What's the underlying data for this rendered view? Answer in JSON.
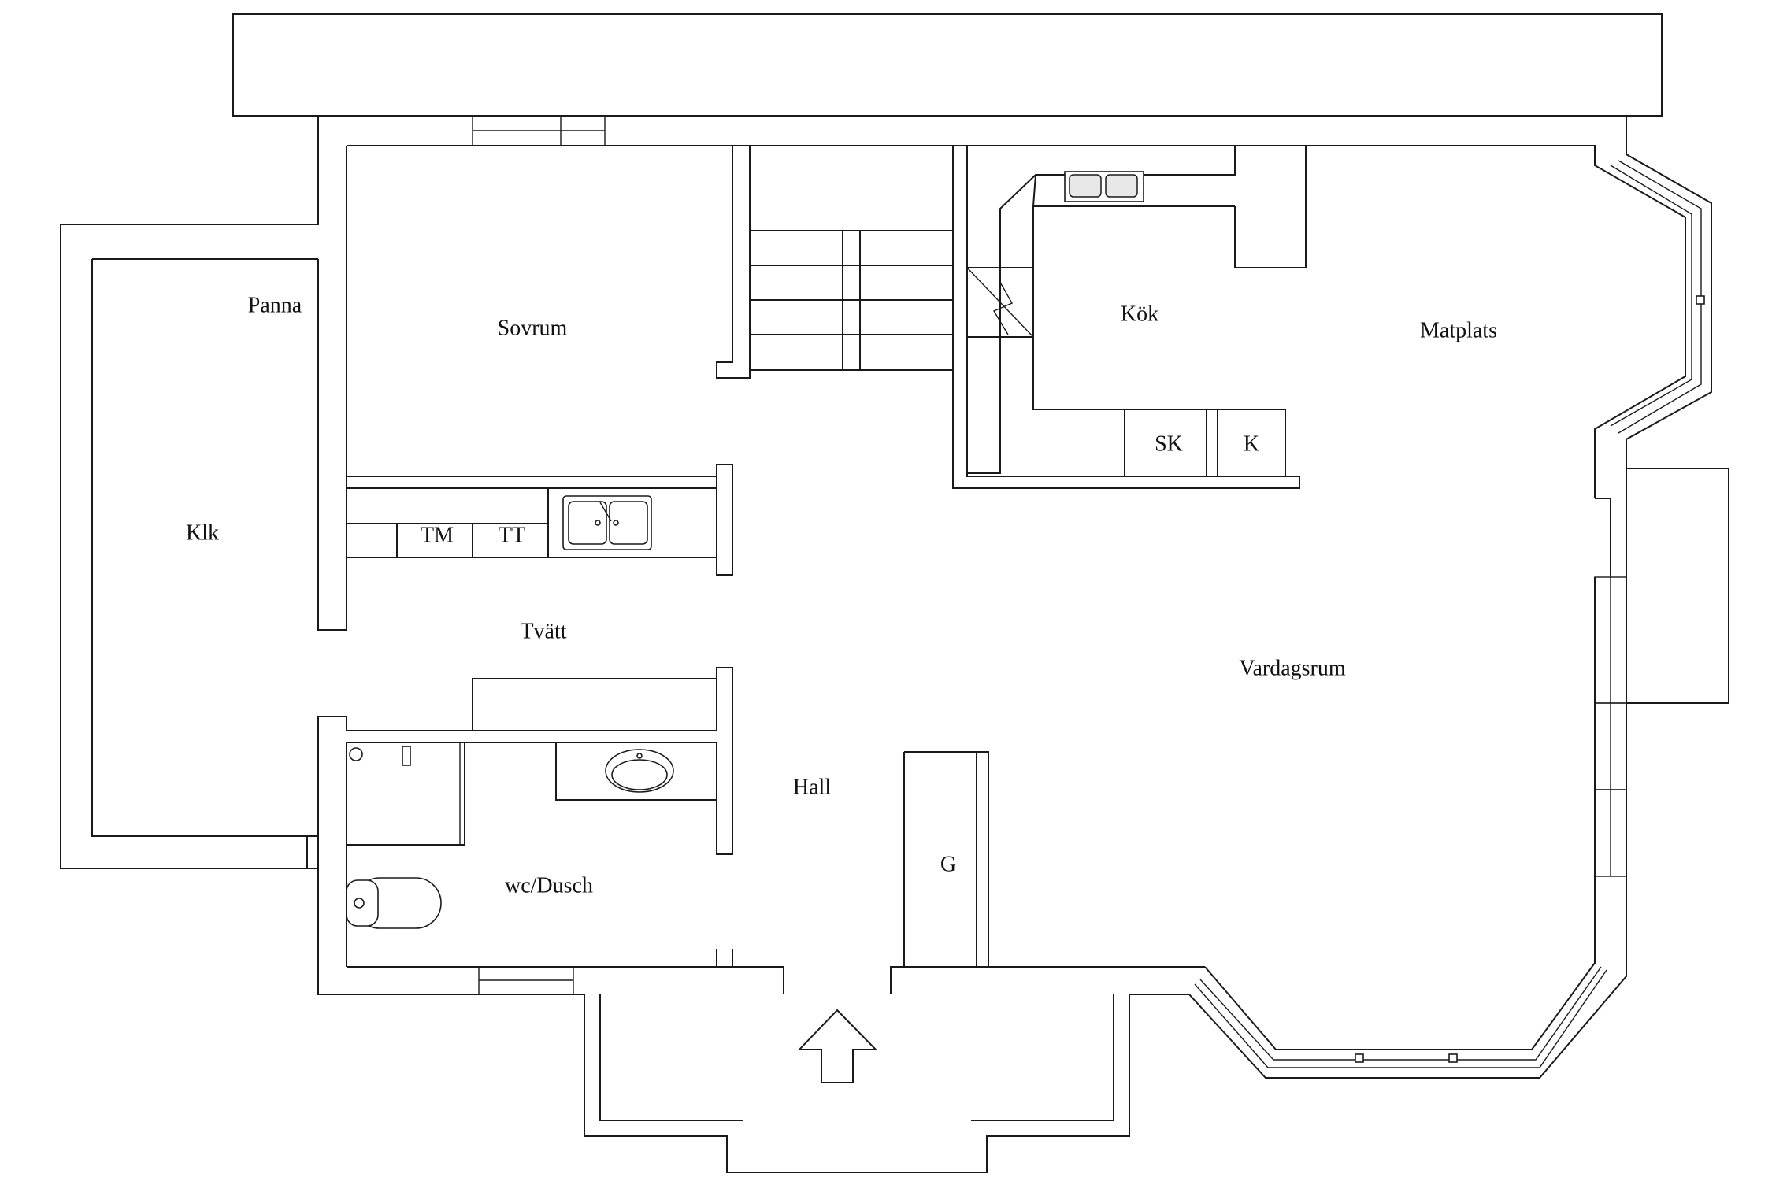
{
  "rooms": {
    "panna": "Panna",
    "sovrum": "Sovrum",
    "kok": "Kök",
    "matplats": "Matplats",
    "klk": "Klk",
    "tvatt": "Tvätt",
    "tm": "TM",
    "tt": "TT",
    "sk": "SK",
    "k": "K",
    "vardagsrum": "Vardagsrum",
    "hall": "Hall",
    "g": "G",
    "wc_dusch": "wc/Dusch"
  }
}
